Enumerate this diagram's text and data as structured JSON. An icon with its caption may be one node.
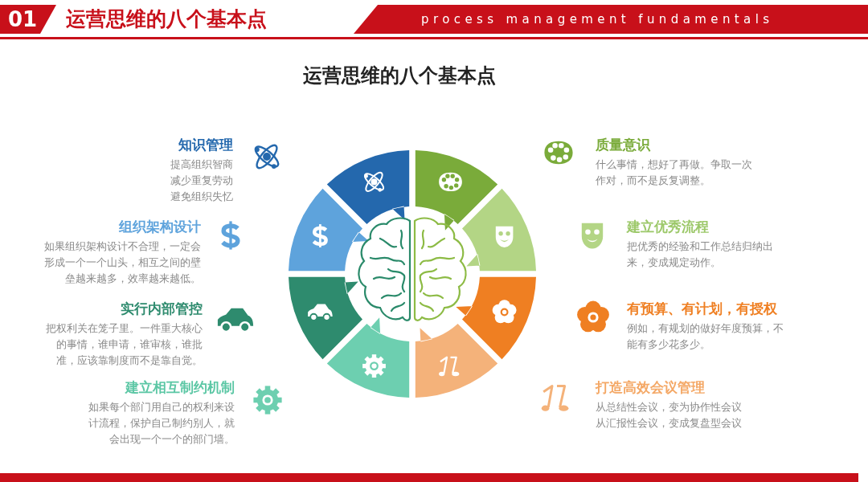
{
  "diagram": {
    "title": "运营思维的八个基本点",
    "nodes": [
      {
        "text": [
          "知识管理",
          "提高组织智商减少重复劳动避免组织失忆"
        ]
      },
      {
        "text": [
          "质量意识",
          "什么事情，想好了再做。争取一次作对，而不是反复调整。"
        ]
      },
      {
        "text": [
          "组织架构设计",
          "如果组织架构设计不合理，一定会形成一个一个山头，相互之间的壁垒越来越多，效率越来越低。"
        ]
      },
      {
        "text": [
          "建立优秀流程",
          "把优秀的经验和工作总结归纳出来，变成规定动作。"
        ]
      },
      {
        "text": [
          "实行内部管控",
          "把权利关在笼子里。一件重大核心的事情，谁申请，谁审核，谁批准，应该靠制度而不是靠自觉。"
        ]
      },
      {
        "text": [
          "有预算、有计划，有授权",
          "例如，有规划的做好年度预算，不能有多少花多少。"
        ]
      },
      {
        "text": [
          "建立相互制约机制",
          "如果每个部门用自己的权利来设计流程，保护自己制约别人，就会出现一个一个的部门墙。"
        ]
      },
      {
        "text": [
          "打造高效会议管理",
          "从总结性会议，变为协作性会议从汇报性会议，变成复盘型会议"
        ]
      }
    ],
    "labels": [
      "01",
      "运营思维的八个基本点",
      "process management fundamentals"
    ]
  }
}
